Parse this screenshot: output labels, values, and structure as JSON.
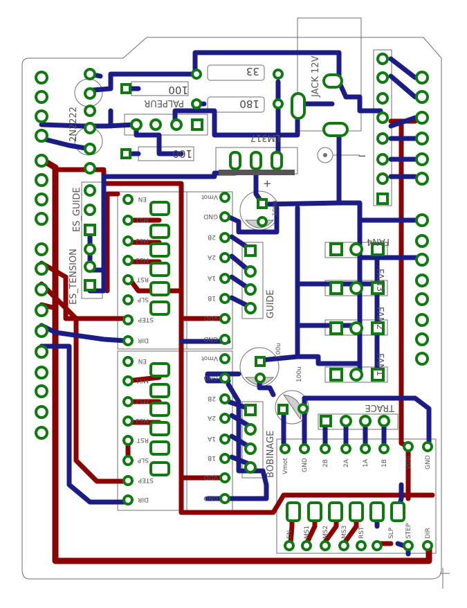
{
  "labels": {
    "transistor": "2N2222",
    "res_top": "33",
    "res_mid": "100",
    "res_right": "180",
    "res_bottom": "100",
    "tr_label": "PALPEUR",
    "regulator": "LM317",
    "jack": "JACK 12V",
    "cap1": "100u",
    "cap2": "100u",
    "cap3": "100u",
    "es_guide": "ES_GUIDE",
    "es_tension": "ES_TENSION",
    "guide": "GUIDE",
    "bobinage": "BOBINAGE",
    "trace": "TRACE",
    "fan1": "FAN1",
    "fan2": "FAN2",
    "fan3": "FAN3",
    "fan4": "FAN4",
    "polarity_plus": "+",
    "polarity_minus": "−"
  },
  "driver_pins_left": [
    "EN",
    "MS1",
    "MS2",
    "MS3",
    "RST",
    "SLP",
    "STEP",
    "DIR"
  ],
  "driver_pins_right": [
    "Vmot",
    "GND",
    "2B",
    "2A",
    "1A",
    "1B",
    "VDD",
    "GND"
  ],
  "bottom_pins": [
    "EN",
    "MS1",
    "MS2",
    "MS3",
    "RST",
    "SLP",
    "STEP",
    "DIR"
  ],
  "bottom_pins_top": [
    "Vmot",
    "GND",
    "2B",
    "2A",
    "1A",
    "1B",
    "VDD",
    "GND"
  ]
}
